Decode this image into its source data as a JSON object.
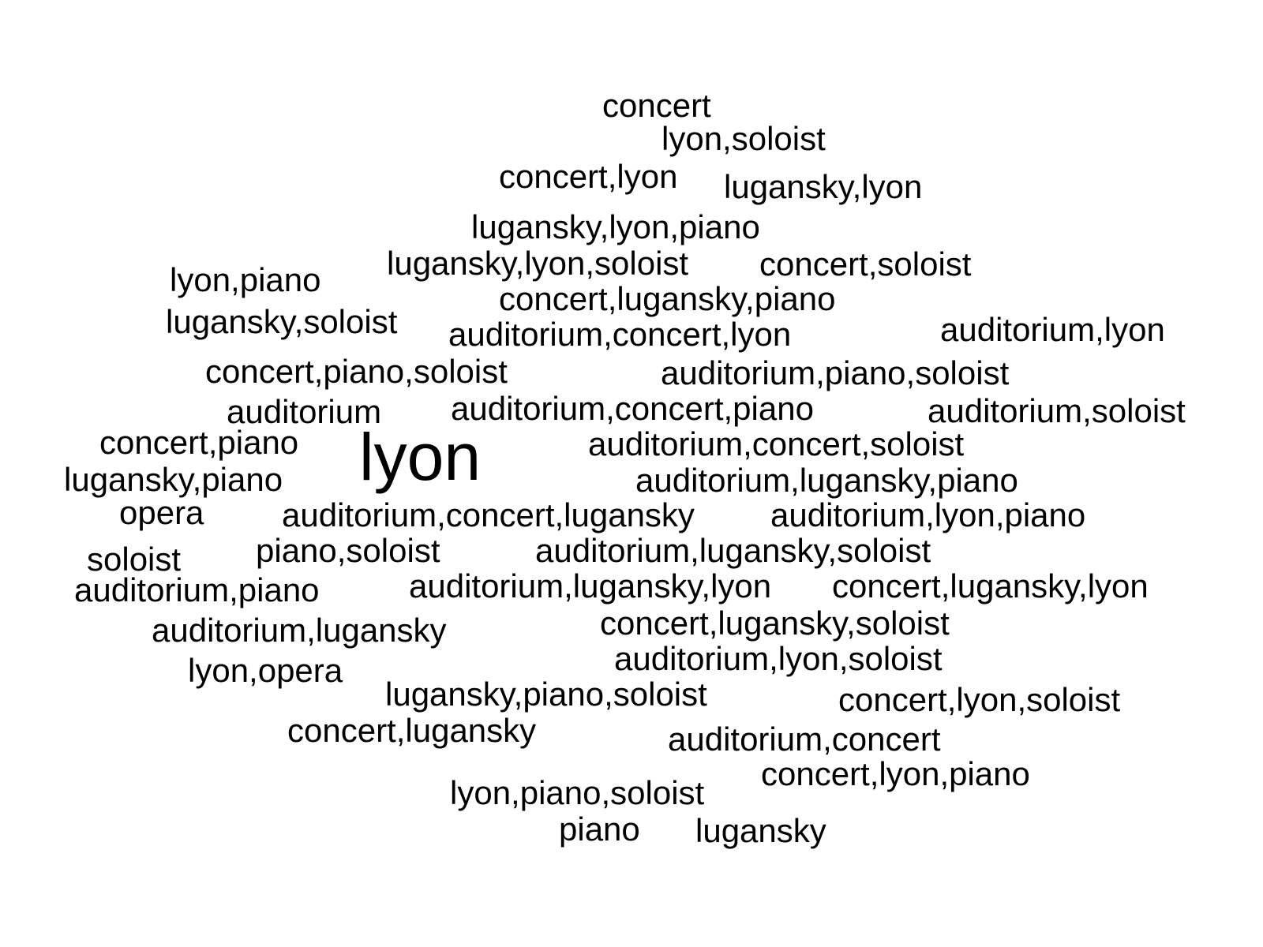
{
  "text_color": "#000000",
  "background_color": "#ffffff",
  "words": [
    "concert",
    "lyon,soloist",
    "concert,lyon",
    "lugansky,lyon",
    "lugansky,lyon,piano",
    "lugansky,lyon,soloist",
    "concert,soloist",
    "lyon,piano",
    "concert,lugansky,piano",
    "lugansky,soloist",
    "auditorium,concert,lyon",
    "auditorium,lyon",
    "concert,piano,soloist",
    "auditorium,piano,soloist",
    "auditorium",
    "auditorium,concert,piano",
    "auditorium,soloist",
    "concert,piano",
    "lyon",
    "auditorium,concert,soloist",
    "lugansky,piano",
    "auditorium,lugansky,piano",
    "opera",
    "auditorium,concert,lugansky",
    "auditorium,lyon,piano",
    "soloist",
    "piano,soloist",
    "auditorium,lugansky,soloist",
    "auditorium,piano",
    "auditorium,lugansky,lyon",
    "concert,lugansky,lyon",
    "auditorium,lugansky",
    "concert,lugansky,soloist",
    "lyon,opera",
    "auditorium,lyon,soloist",
    "lugansky,piano,soloist",
    "concert,lyon,soloist",
    "concert,lugansky",
    "auditorium,concert",
    "concert,lyon,piano",
    "lyon,piano,soloist",
    "piano",
    "lugansky"
  ]
}
